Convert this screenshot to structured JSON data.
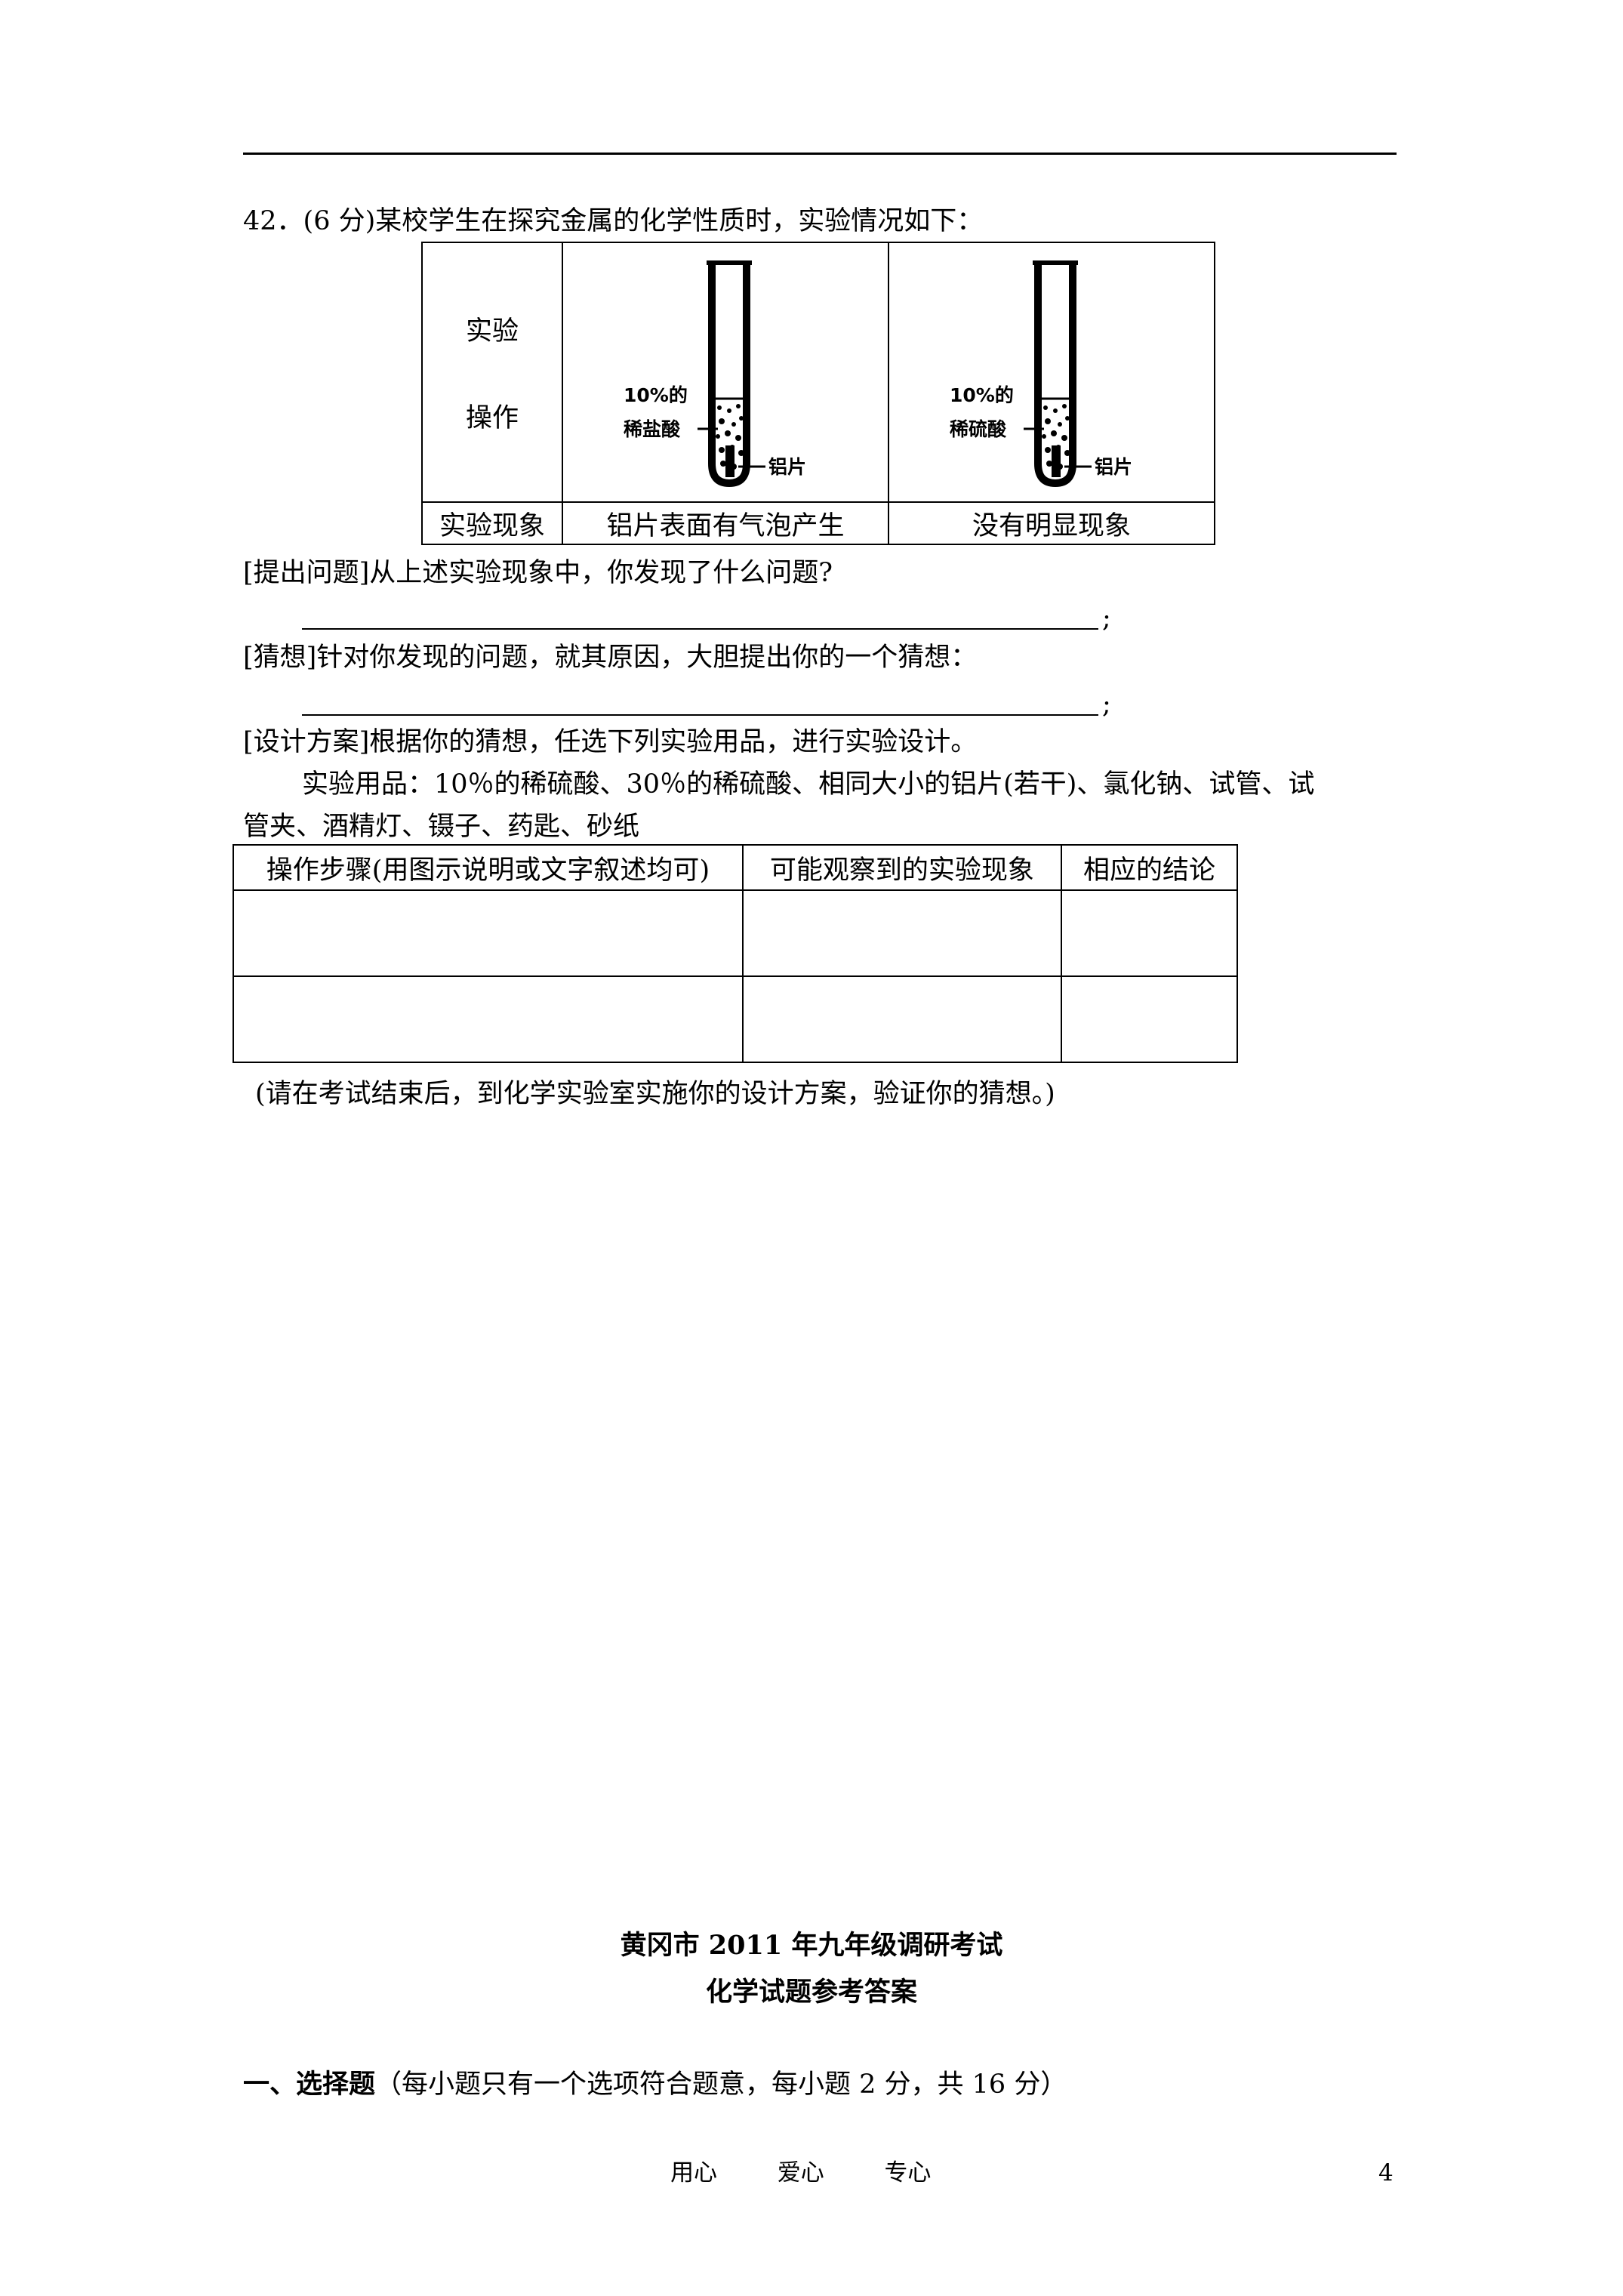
{
  "question": {
    "heading": "42．(6 分)某校学生在探究金属的化学性质时，实验情况如下："
  },
  "experiment_table": {
    "row1_header_line1": "实验",
    "row1_header_line2": "操作",
    "tube1": {
      "acid_label_line1": "10%的",
      "acid_label_line2": "稀盐酸",
      "metal_label": "铝片"
    },
    "tube2": {
      "acid_label_line1": "10%的",
      "acid_label_line2": "稀硫酸",
      "metal_label": "铝片"
    },
    "row2_header": "实验现象",
    "observation1": "铝片表面有气泡产生",
    "observation2": "没有明显现象"
  },
  "prompts": {
    "question_prompt": "[提出问题]从上述实验现象中，你发现了什么问题?",
    "guess_prompt": "[猜想]针对你发现的问题，就其原因，大胆提出你的一个猜想：",
    "design_prompt": "[设计方案]根据你的猜想，任选下列实验用品，进行实验设计。",
    "semicolon": ";",
    "materials_line1": "实验用品：10％的稀硫酸、30％的稀硫酸、相同大小的铝片(若干)、氯化钠、试管、试",
    "materials_line2": "管夹、酒精灯、镊子、药匙、砂纸"
  },
  "design_table": {
    "headers": [
      "操作步骤(用图示说明或文字叙述均可)",
      "可能观察到的实验现象",
      "相应的结论"
    ]
  },
  "note": "(请在考试结束后，到化学实验室实施你的设计方案，验证你的猜想。)",
  "answer_section": {
    "title": "黄冈市 2011 年九年级调研考试",
    "subtitle": "化学试题参考答案",
    "part1_bold": "一、选择题",
    "part1_rest": "（每小题只有一个选项符合题意，每小题 2 分，共 16 分）"
  },
  "footer": {
    "motto": [
      "用心",
      "爱心",
      "专心"
    ],
    "page_number": "4"
  }
}
